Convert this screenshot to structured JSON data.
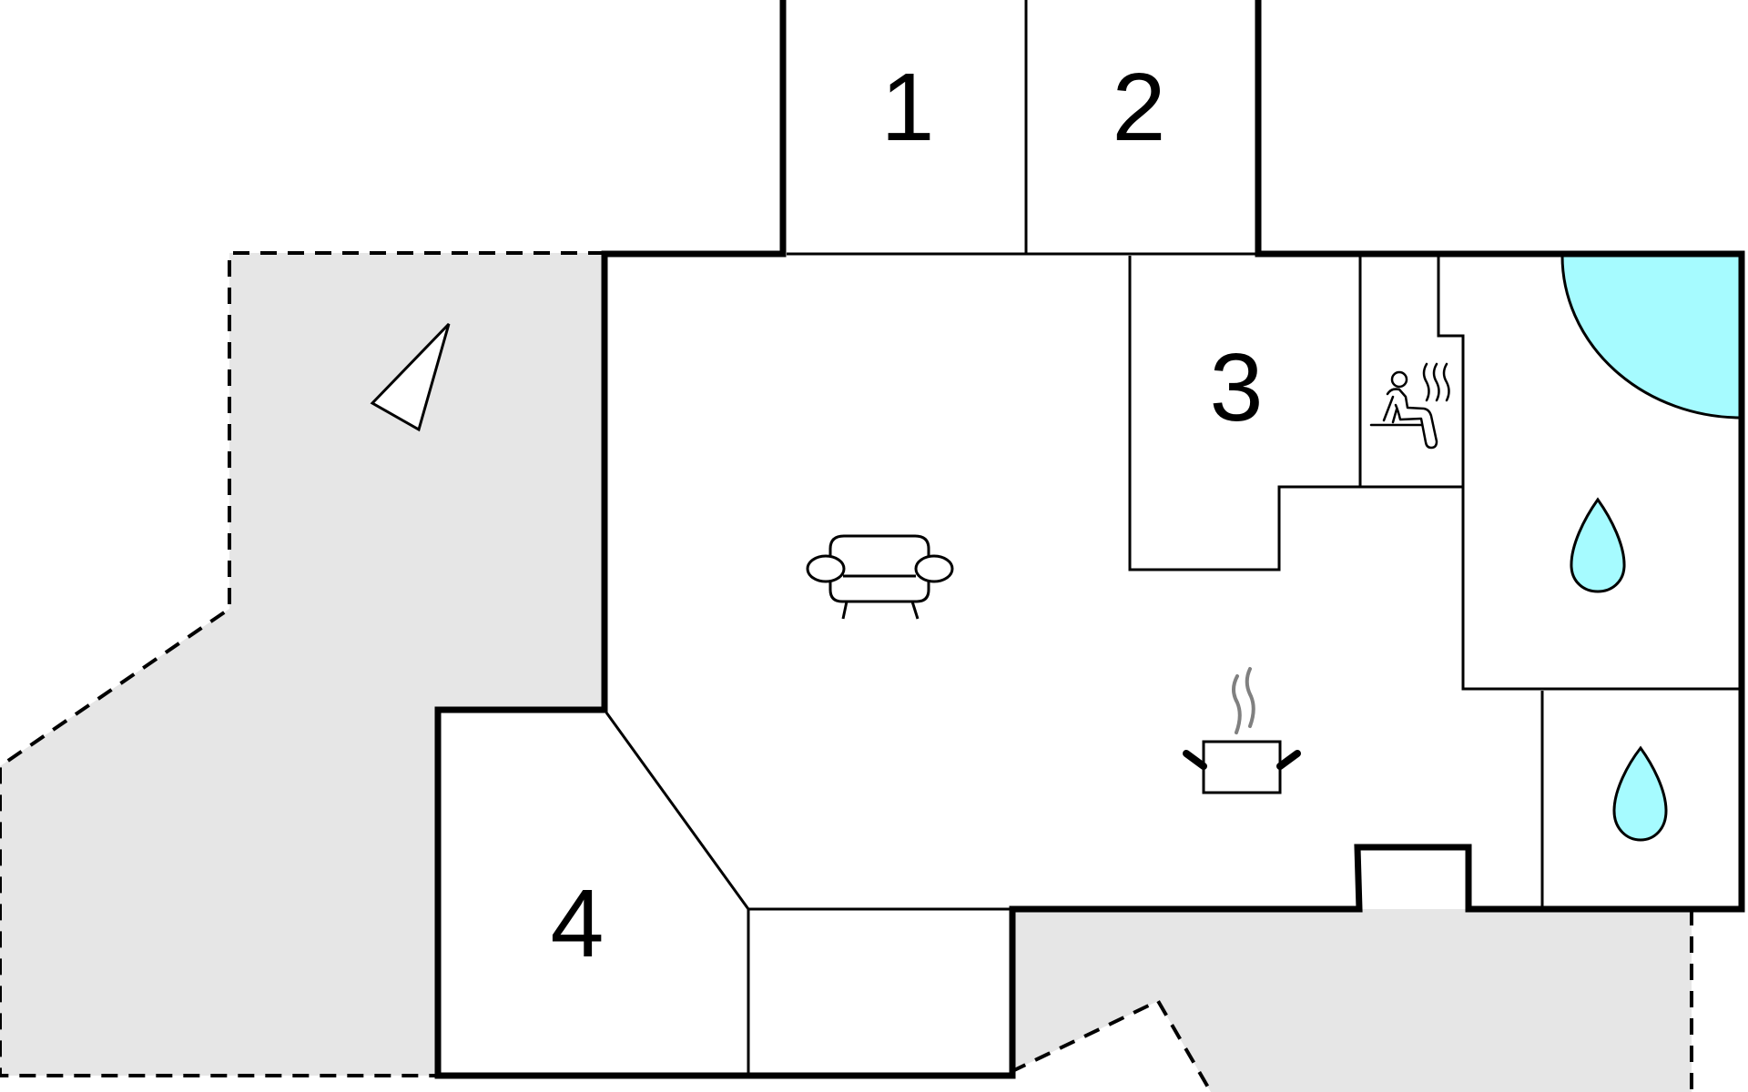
{
  "rooms": {
    "room1": "1",
    "room2": "2",
    "room3": "3",
    "room4": "4"
  },
  "icons": [
    "compass-arrow-icon",
    "sofa-icon",
    "sauna-icon",
    "cooking-pot-icon",
    "water-drop-icon",
    "hot-tub-icon"
  ],
  "colors": {
    "wall": "#000000",
    "terrace": "#e6e6e6",
    "water": "#a6fbff",
    "background": "#ffffff",
    "steam": "#808080"
  }
}
